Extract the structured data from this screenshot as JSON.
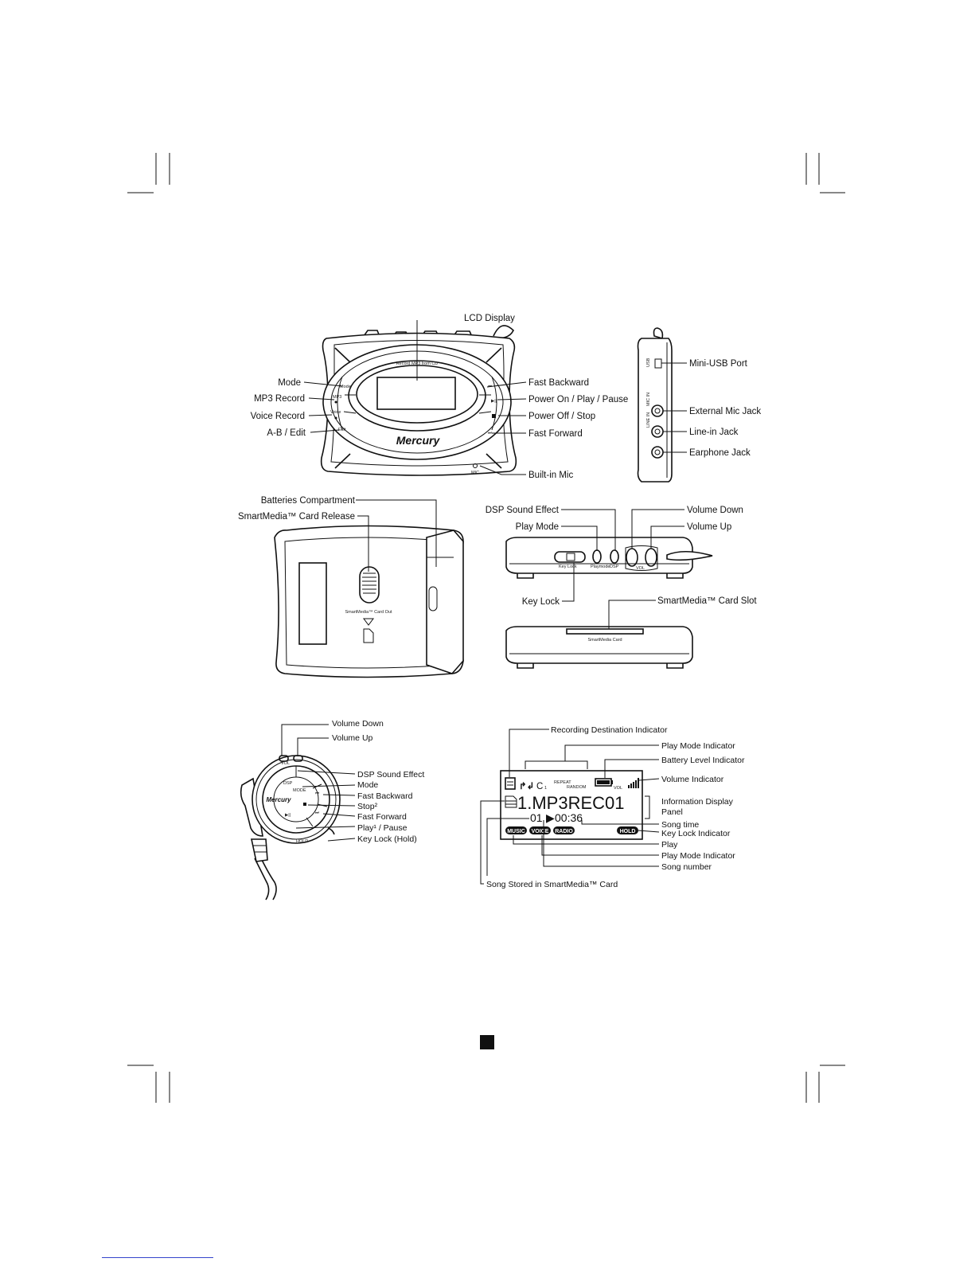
{
  "front_view": {
    "lcd_display": "LCD Display",
    "mode": "Mode",
    "mp3_record": "MP3 Record",
    "voice_record": "Voice Record",
    "ab_edit": "A-B / Edit",
    "fast_backward": "Fast Backward",
    "power_on_play_pause": "Power On / Play / Pause",
    "power_off_stop": "Power Off / Stop",
    "fast_forward": "Fast Forward",
    "builtin_mic": "Built-in Mic",
    "brand": "Mercury",
    "top_arc_text": "Record MP3 from CD",
    "btn_mode": "Mode",
    "btn_mp3": "MP3",
    "btn_voice": "Voice",
    "btn_edit": "Edit",
    "mic_label": "MIC"
  },
  "side_view": {
    "mini_usb_port": "Mini-USB Port",
    "external_mic_jack": "External Mic Jack",
    "line_in_jack": "Line-in Jack",
    "earphone_jack": "Earphone Jack",
    "usb_text": "USB",
    "mic_in_text": "MIC IN",
    "line_in_text": "LINE IN"
  },
  "back_view": {
    "batteries_compartment": "Batteries Compartment",
    "card_release": "SmartMedia™ Card Release",
    "card_out_text": "SmartMedia™ Card Out"
  },
  "top_view": {
    "dsp_sound_effect": "DSP Sound Effect",
    "play_mode": "Play Mode",
    "volume_down": "Volume Down",
    "volume_up": "Volume Up",
    "key_lock": "Key Lock",
    "card_slot": "SmartMedia™ Card Slot",
    "playmode_text": "Playmode",
    "dsp_text": "DSP",
    "vol_text": "VOL",
    "slot_text": "SmartMedia Card"
  },
  "remote_view": {
    "volume_down": "Volume Down",
    "volume_up": "Volume Up",
    "dsp_sound_effect": "DSP Sound Effect",
    "mode": "Mode",
    "fast_backward": "Fast Backward",
    "stop": "Stop²",
    "fast_forward": "Fast Forward",
    "play_pause": "Play¹ / Pause",
    "key_lock_hold": "Key Lock (Hold)",
    "brand": "Mercury",
    "vol_text": "VOL",
    "dsp_text": "DSP",
    "mode_text": "MODE",
    "hold_text": "HOLD"
  },
  "lcd_view": {
    "recording_destination": "Recording Destination Indicator",
    "play_mode_indicator_top": "Play Mode Indicator",
    "battery_level": "Battery Level Indicator",
    "volume_indicator": "Volume Indicator",
    "info_display_panel_1": "Information Display",
    "info_display_panel_2": "Panel",
    "song_time": "Song time",
    "key_lock_indicator": "Key Lock Indicator",
    "play": "Play",
    "play_mode_indicator_bottom": "Play Mode Indicator",
    "song_number": "Song  number",
    "song_stored": "Song Stored in SmartMedia™ Card",
    "screen_title": "1.MP3REC01",
    "screen_track": "01",
    "screen_time": "00:36",
    "pill_music": "MUSIC",
    "pill_voice": "VOICE",
    "pill_radio": "RADIO",
    "pill_hold": "HOLD",
    "vol_text": "VOL",
    "repeat_text": "REPEAT",
    "random_text": "RANDOM"
  }
}
